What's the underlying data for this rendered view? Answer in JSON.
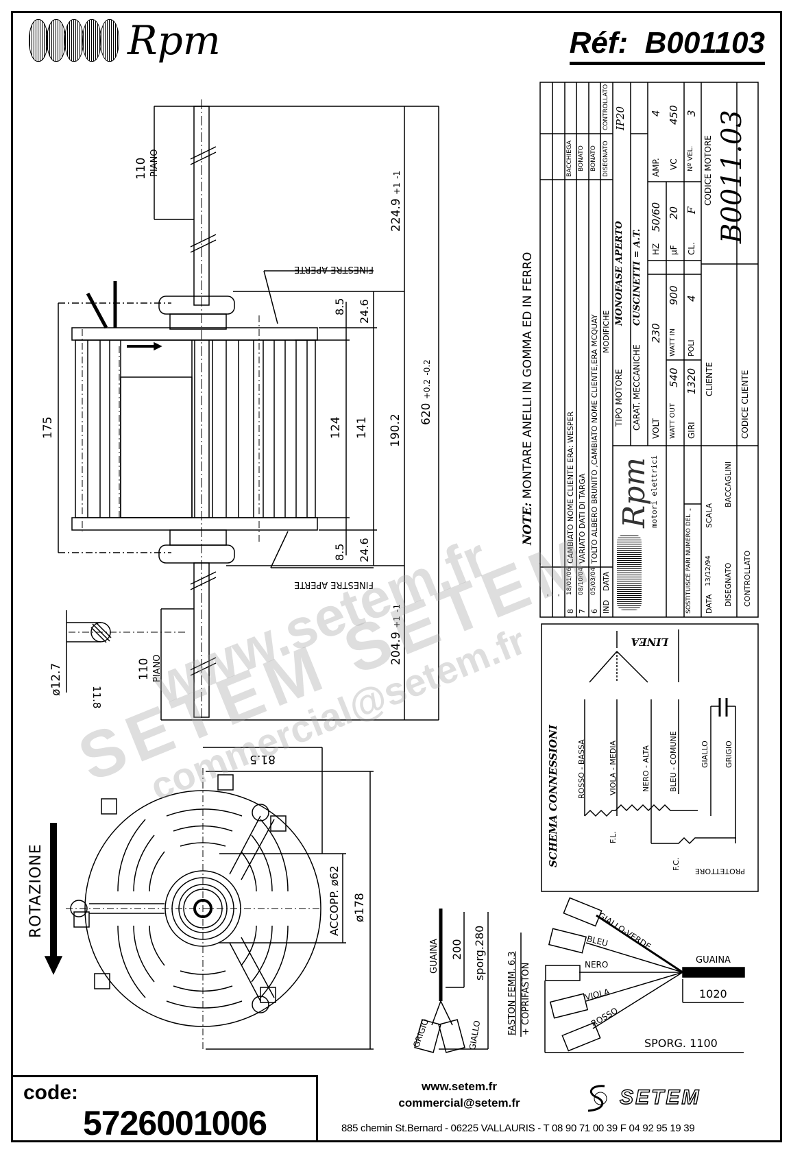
{
  "header": {
    "logo_text": "Rpm",
    "ref_label": "Réf:",
    "ref_value": "B001103"
  },
  "side_view": {
    "shaft_top_flat": {
      "value": "110",
      "label": "PIANO"
    },
    "shaft_top_length": {
      "value": "224.9",
      "tol_plus": "+1",
      "tol_minus": "-1"
    },
    "window_label_top": "FINESTRE APERTE",
    "window_label_bottom": "FINESTRE APERTE",
    "dim_8_5_top": "8.5",
    "dim_24_6_top": "24.6",
    "dim_8_5_bottom": "8.5",
    "dim_24_6_bottom": "24.6",
    "dim_175": "175",
    "dim_124": "124",
    "dim_141": "141",
    "dim_190_2": "190.2",
    "overall_length": {
      "value": "620",
      "tol_plus": "+0.2",
      "tol_minus": "-0.2"
    },
    "shaft_bottom_flat": {
      "value": "110",
      "label": "PIANO"
    },
    "shaft_bottom_length": {
      "value": "204.9",
      "tol_plus": "+1",
      "tol_minus": "-1"
    },
    "shaft_diameter": "ø12.7",
    "shaft_flat": "11.8"
  },
  "front_view": {
    "rotation_label": "ROTAZIONE",
    "dim_81_5": "81.5",
    "coupling_diameter": "ACCOPP. ø62",
    "outer_diameter": "ø178"
  },
  "note": {
    "label": "NOTE:",
    "text": "MONTARE ANELLI IN GOMMA ED IN FERRO"
  },
  "title_block": {
    "revisions": [
      {
        "ind": "-",
        "data": "-",
        "modifiche": "-",
        "disegnato": "-",
        "controllato": ""
      },
      {
        "ind": "-",
        "data": "-",
        "modifiche": "-",
        "disegnato": "-",
        "controllato": ""
      },
      {
        "ind": "8",
        "data": "18/01/06",
        "modifiche": "CAMBIATO NOME CLIENTE ERA: WESPER",
        "disegnato": "BACCHIEGA",
        "controllato": ""
      },
      {
        "ind": "7",
        "data": "08/10/04",
        "modifiche": "VARIATO DATI DI TARGA",
        "disegnato": "BONATO",
        "controllato": ""
      },
      {
        "ind": "6",
        "data": "05/03/04",
        "modifiche": "TOLTO ALBERO BRUNITO ,CAMBIATO NOME CLIENTE,ERA MCQUAY",
        "disegnato": "BONATO",
        "controllato": ""
      }
    ],
    "rev_headers": {
      "ind": "IND",
      "data": "DATA",
      "modifiche": "MODIFICHE",
      "disegnato": "DISEGNATO",
      "controllato": "CONTROLLATO"
    },
    "company_logo": "Rpm",
    "company_sub": "motori elettrici",
    "tipo_motore_label": "TIPO MOTORE",
    "tipo_motore_value": "MONOFASE APERTO",
    "ip_rating": "IP20",
    "carat_label": "CARAT. MECCANICHE",
    "carat_value": "CUSCINETTI = A.T.",
    "specs": {
      "volt_label": "VOLT",
      "volt": "230",
      "hz_label": "HZ",
      "hz": "50/60",
      "amp_label": "AMP.",
      "amp": "4",
      "watt_out_label": "WATT OUT",
      "watt_out": "540",
      "watt_in_label": "WATT IN",
      "watt_in": "900",
      "uf_label": "µF",
      "uf": "20",
      "vc_label": "VC",
      "vc": "450",
      "giri_label": "GIRI",
      "giri": "1320",
      "poli_label": "POLI",
      "poli": "4",
      "cl_label": "CL.",
      "cl": "F",
      "nvel_label": "Nº VEL.",
      "nvel": "3"
    },
    "sostituisce_label": "SOSTITUISCE PARI NUMERO DEL",
    "sostituisce_value": "-",
    "data_label": "DATA",
    "data_value": "13/12/94",
    "scala_label": "SCALA",
    "disegnato_label": "DISEGNATO",
    "disegnato_value": "BACCAGLINI",
    "controllato_label": "CONTROLLATO",
    "cliente_label": "CLIENTE",
    "codice_cliente_label": "CODICE CLIENTE",
    "codice_motore_label": "CODICE MOTORE",
    "codice_motore_value": "B0011.03"
  },
  "schema": {
    "title": "SCHEMA CONNESSIONI",
    "linea_label": "LINEA",
    "wires": [
      "ROSSO - BASSA",
      "VIOLA - MEDIA",
      "NERO - ALTA",
      "BLEU - COMUNE",
      "GIALLO",
      "GRIGIO"
    ],
    "fl_label": "F.L.",
    "fc_label": "F.C.",
    "protettore_label": "PROTETTORE"
  },
  "cap_leads": {
    "guaina_label": "GUAINA",
    "dim_200": "200",
    "sporg_280": "sporg.280",
    "wires": [
      "GRIGIO",
      "GIALLO"
    ],
    "faston_line1": "FASTON FEMM. 6.3",
    "faston_line2": "+ COPRIFASTON"
  },
  "motor_leads": {
    "wires": [
      "GIALLO-VERDE",
      "BLEU",
      "NERO",
      "VIOLA",
      "ROSSO"
    ],
    "guaina_label": "GUAINA",
    "dim_1020": "1020",
    "sporg_1100": "SPORG. 1100"
  },
  "watermark": {
    "line1": "www.setem.fr",
    "line2": "SETEM SETEM",
    "line3": "commercial@setem.fr"
  },
  "footer": {
    "code_label": "code:",
    "code_value": "5726001006",
    "website": "www.setem.fr",
    "email": "commercial@setem.fr",
    "address": "885 chemin St.Bernard  -  06225 VALLAURIS  -  T 08 90 71 00 39   F 04 92 95 19 39",
    "brand": "SETEM"
  }
}
